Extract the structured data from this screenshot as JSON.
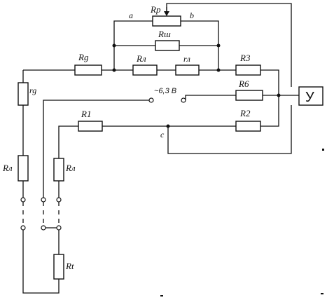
{
  "labels": {
    "Rp": "Rр",
    "Rsh": "Rш",
    "Rg": "Rg",
    "rg": "rg",
    "Rl_top": "Rл",
    "rl": "rл",
    "R3": "R3",
    "R6": "R6",
    "R1": "R1",
    "R2": "R2",
    "Rl_left": "Rл",
    "Rl_mid": "Rл",
    "Rt": "Rt",
    "node_a": "a",
    "node_b": "b",
    "node_c": "c",
    "supply": "~6,3 В",
    "amplifier": "У"
  }
}
